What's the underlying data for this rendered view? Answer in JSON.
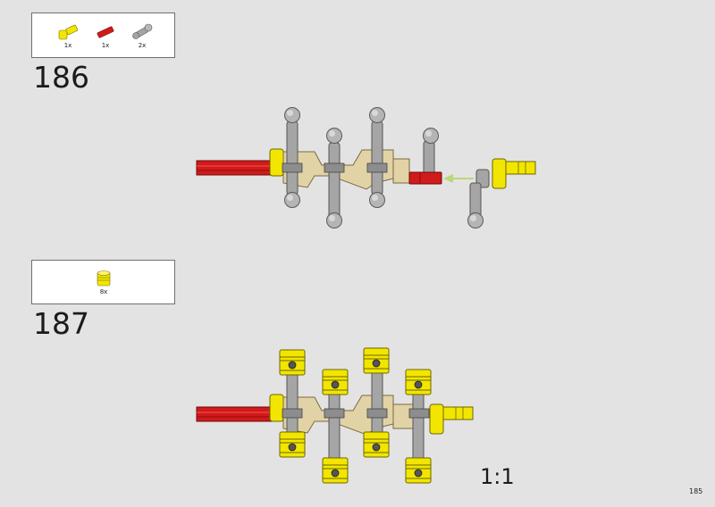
{
  "step186": {
    "number": "186",
    "parts": [
      {
        "name": "yellow-axle-connector",
        "qty": "1x"
      },
      {
        "name": "red-axle",
        "qty": "1x"
      },
      {
        "name": "grey-crank-arm",
        "qty": "2x"
      }
    ]
  },
  "step187": {
    "number": "187",
    "parts": [
      {
        "name": "yellow-piston",
        "qty": "8x"
      }
    ],
    "scale": "1:1"
  },
  "page_number": "185",
  "colors": {
    "background": "#e3e3e3",
    "red": "#d11a1a",
    "yellow": "#f2e600",
    "tan": "#e2d3a6",
    "grey": "#a5a5a5",
    "arrow": "#b9d77a"
  }
}
